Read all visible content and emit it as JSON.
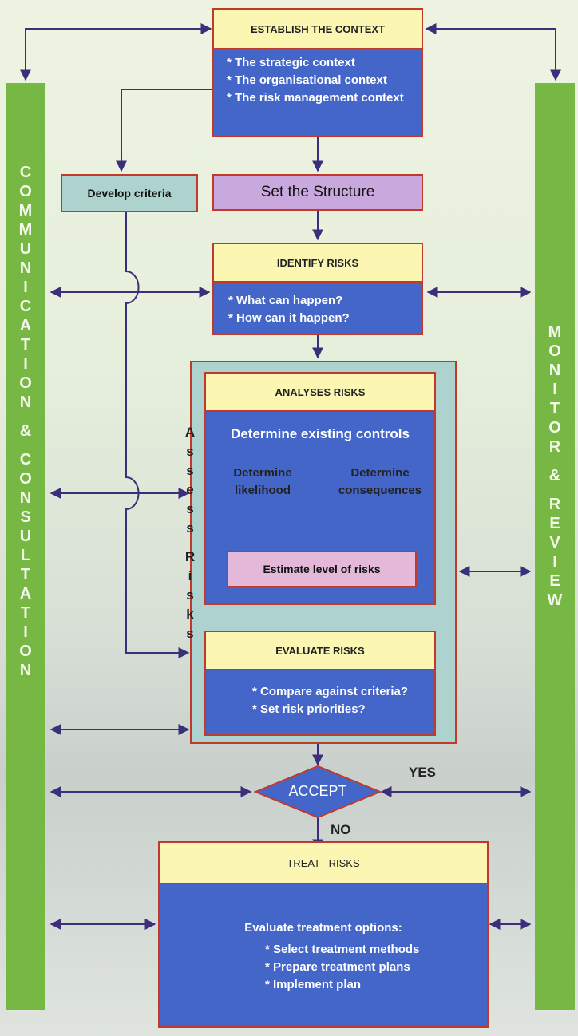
{
  "left_bar": {
    "text": "COMMUNICATION & CONSULTATION"
  },
  "right_bar": {
    "text": "MONITOR & REVIEW"
  },
  "establish": {
    "title": "ESTABLISH THE CONTEXT",
    "items": [
      "* The strategic context",
      "* The organisational context",
      "* The risk management context"
    ]
  },
  "develop_criteria": "Develop criteria",
  "set_structure": "Set the Structure",
  "identify": {
    "title": "IDENTIFY RISKS",
    "items": [
      "* What can happen?",
      "* How can it happen?"
    ]
  },
  "assess_label": "Assess Risks",
  "analyse": {
    "title": "ANALYSES RISKS",
    "heading": "Determine existing controls",
    "likelihood": [
      "Determine",
      "likelihood"
    ],
    "consequences": [
      "Determine",
      "consequences"
    ],
    "estimate": "Estimate level of risks"
  },
  "evaluate": {
    "title": "EVALUATE RISKS",
    "items": [
      "* Compare against criteria?",
      "* Set risk priorities?"
    ]
  },
  "accept": "ACCEPT",
  "yes": "YES",
  "no": "NO",
  "treat": {
    "title": "TREAT   RISKS",
    "heading": "Evaluate treatment options:",
    "items": [
      "* Select treatment methods",
      "* Prepare treatment plans",
      "* Implement plan"
    ]
  }
}
